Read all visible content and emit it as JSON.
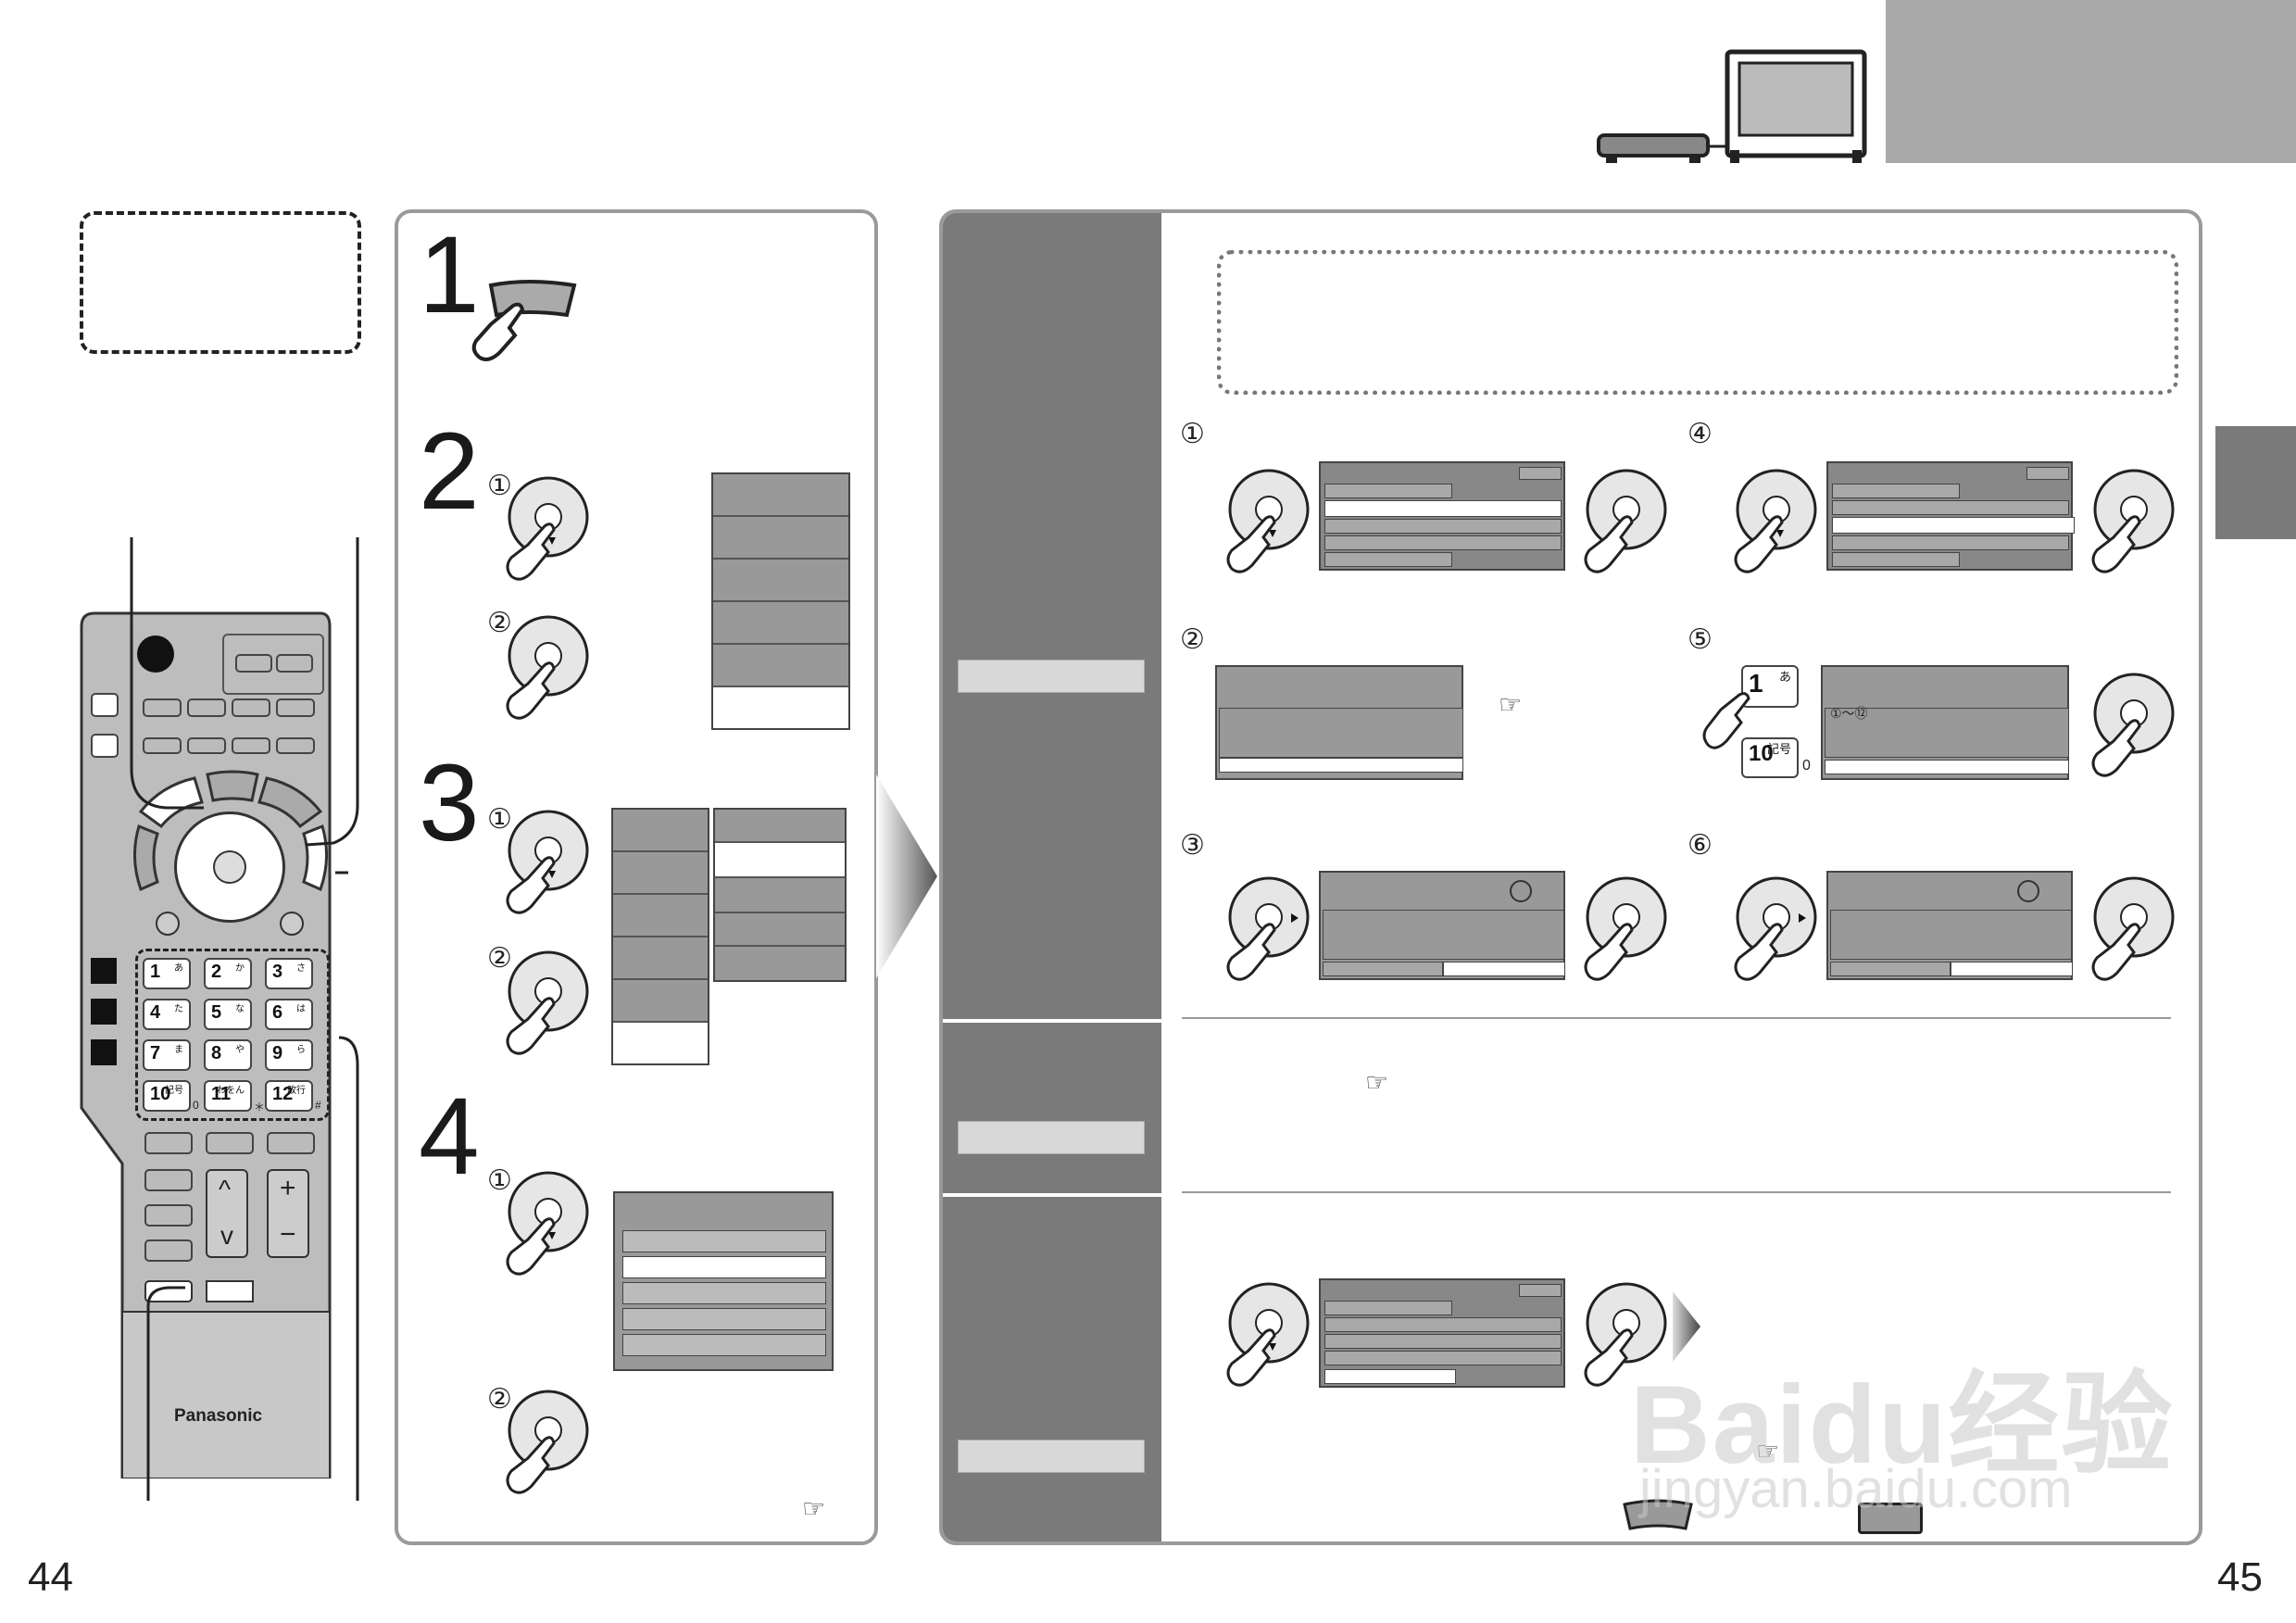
{
  "page": {
    "left_number": "44",
    "right_number": "45"
  },
  "remote": {
    "brand": "Panasonic",
    "keypad": [
      {
        "num": "1",
        "kana": "あ"
      },
      {
        "num": "2",
        "kana": "か"
      },
      {
        "num": "3",
        "kana": "さ"
      },
      {
        "num": "4",
        "kana": "た"
      },
      {
        "num": "5",
        "kana": "な"
      },
      {
        "num": "6",
        "kana": "は"
      },
      {
        "num": "7",
        "kana": "ま"
      },
      {
        "num": "8",
        "kana": "や"
      },
      {
        "num": "9",
        "kana": "ら"
      },
      {
        "num": "10",
        "kana": "記号"
      },
      {
        "num": "11",
        "kana": "わをん"
      },
      {
        "num": "12",
        "kana": "改行"
      }
    ],
    "key_suffixes": [
      "0",
      "＊",
      "#"
    ],
    "volume_up": "+",
    "volume_down": "−",
    "channel_up": "^",
    "channel_down": "v"
  },
  "middle_panel": {
    "steps": [
      {
        "number": "1"
      },
      {
        "number": "2",
        "substeps": [
          "①",
          "②"
        ]
      },
      {
        "number": "3",
        "substeps": [
          "①",
          "②"
        ]
      },
      {
        "number": "4",
        "substeps": [
          "①",
          "②"
        ]
      }
    ],
    "reference_glyph": "☞"
  },
  "right_panel": {
    "procedure_markers": [
      "①",
      "②",
      "③",
      "④",
      "⑤",
      "⑥"
    ],
    "input_hint": "①～⑫",
    "key_one": {
      "num": "1",
      "kana": "あ"
    },
    "key_ten": {
      "num": "10",
      "kana": "記号",
      "suffix": "0"
    },
    "reference_glyph": "☞"
  },
  "watermark": {
    "line1": "Baidu经验",
    "line2": "jingyan.baidu.com"
  },
  "colors": {
    "panel_border": "#9a9a9a",
    "sidebar_dark": "#7a7a7a",
    "header_grey": "#a9a9a9",
    "tab_grey": "#7a7a7a"
  }
}
